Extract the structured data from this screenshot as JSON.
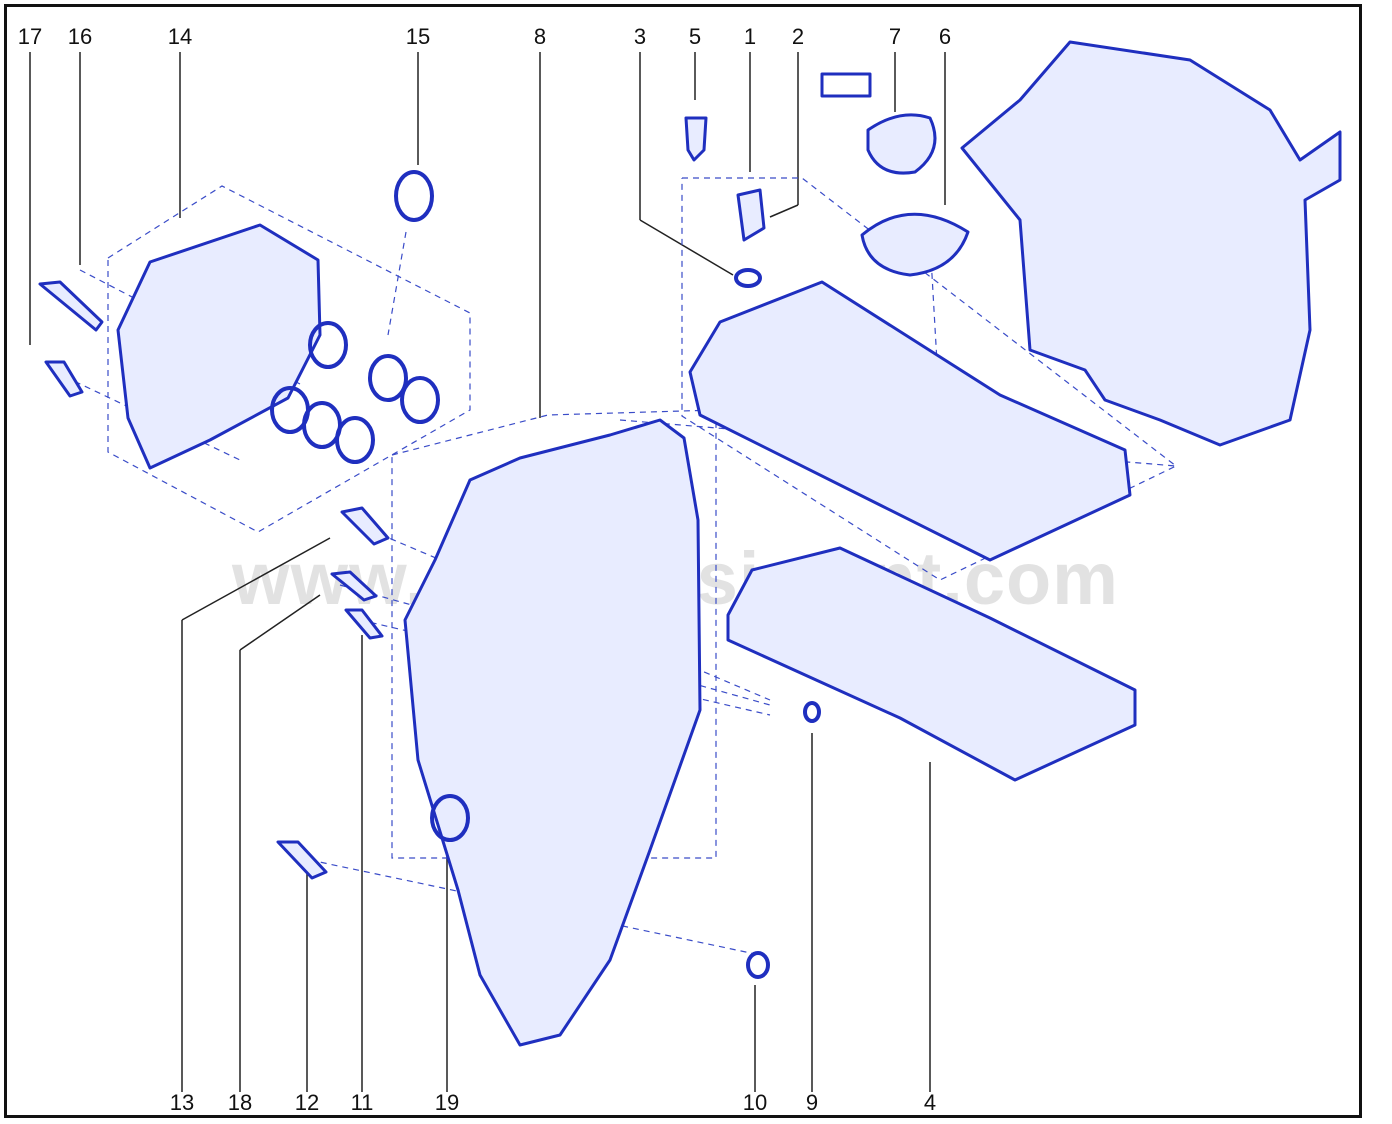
{
  "watermark": "www.partsassistant.com",
  "colors": {
    "part_stroke": "#1f2fbf",
    "part_fill": "#e8ecff",
    "leader": "#222222",
    "dash": "#3a4cc8"
  },
  "callouts": {
    "c17": "17",
    "c16": "16",
    "c14": "14",
    "c15": "15",
    "c8": "8",
    "c3": "3",
    "c5": "5",
    "c1": "1",
    "c2": "2",
    "c7": "7",
    "c6": "6",
    "c13": "13",
    "c18": "18",
    "c12": "12",
    "c11": "11",
    "c19": "19",
    "c10": "10",
    "c9": "9",
    "c4": "4"
  }
}
